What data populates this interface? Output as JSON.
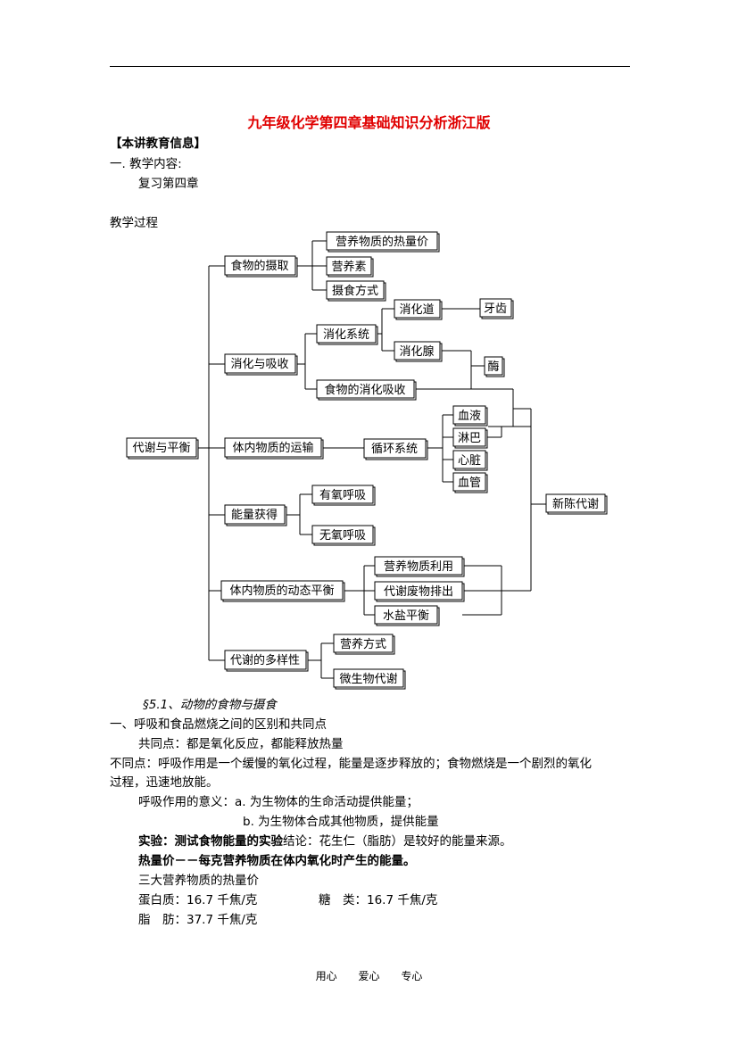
{
  "title": "九年级化学第四章基础知识分析浙江版",
  "section_header": "【本讲教育信息】",
  "teaching_content_label": "一. 教学内容:",
  "teaching_content_value": "复习第四章",
  "process_label": "教学过程",
  "diagram": {
    "root": "代谢与平衡",
    "n_food_intake": "食物的摄取",
    "n_heat_value": "营养物质的热量价",
    "n_nutrients": "营养素",
    "n_eating_mode": "摄食方式",
    "n_digest_absorb": "消化与吸收",
    "n_digest_system": "消化系统",
    "n_digest_tract": "消化道",
    "n_teeth": "牙齿",
    "n_digest_gland": "消化腺",
    "n_enzyme": "酶",
    "n_food_digest": "食物的消化吸收",
    "n_transport": "体内物质的运输",
    "n_circulation": "循环系统",
    "n_blood": "血液",
    "n_lymph": "淋巴",
    "n_heart": "心脏",
    "n_vessel": "血管",
    "n_energy": "能量获得",
    "n_aerobic": "有氧呼吸",
    "n_anaerobic": "无氧呼吸",
    "n_metabolism": "新陈代谢",
    "n_dynamic_balance": "体内物质的动态平衡",
    "n_nutrient_use": "营养物质利用",
    "n_waste": "代谢废物排出",
    "n_water_salt": "水盐平衡",
    "n_diversity": "代谢的多样性",
    "n_nutrition_mode": "营养方式",
    "n_microbe": "微生物代谢"
  },
  "section_51": "§5.1、动物的食物与摄食",
  "point1_heading": "一、呼吸和食品燃烧之间的区别和共同点",
  "common_point": "共同点：都是氧化反应，都能释放热量",
  "diff_line1": "不同点：呼吸作用是一个缓慢的氧化过程，能量是逐步释放的；食物燃烧是一个剧烈的氧化",
  "diff_line2": "过程，迅速地放能。",
  "meaning_a": "呼吸作用的意义：a. 为生物体的生命活动提供能量；",
  "meaning_b": "b. 为生物体合成其他物质，提供能量",
  "experiment_label": "实验：测试食物能量的实验",
  "experiment_rest": "结论：花生仁（脂肪）是较好的能量来源。",
  "heat_value_def": "热量价－－每克营养物质在体内氧化时产生的能量。",
  "three_nutrients": "三大营养物质的热量价",
  "protein": "蛋白质：16.7 千焦/克",
  "sugar": "糖　类：16.7 千焦/克",
  "fat": "脂　肪：37.7 千焦/克",
  "footer": [
    "用心",
    "爱心",
    "专心"
  ]
}
